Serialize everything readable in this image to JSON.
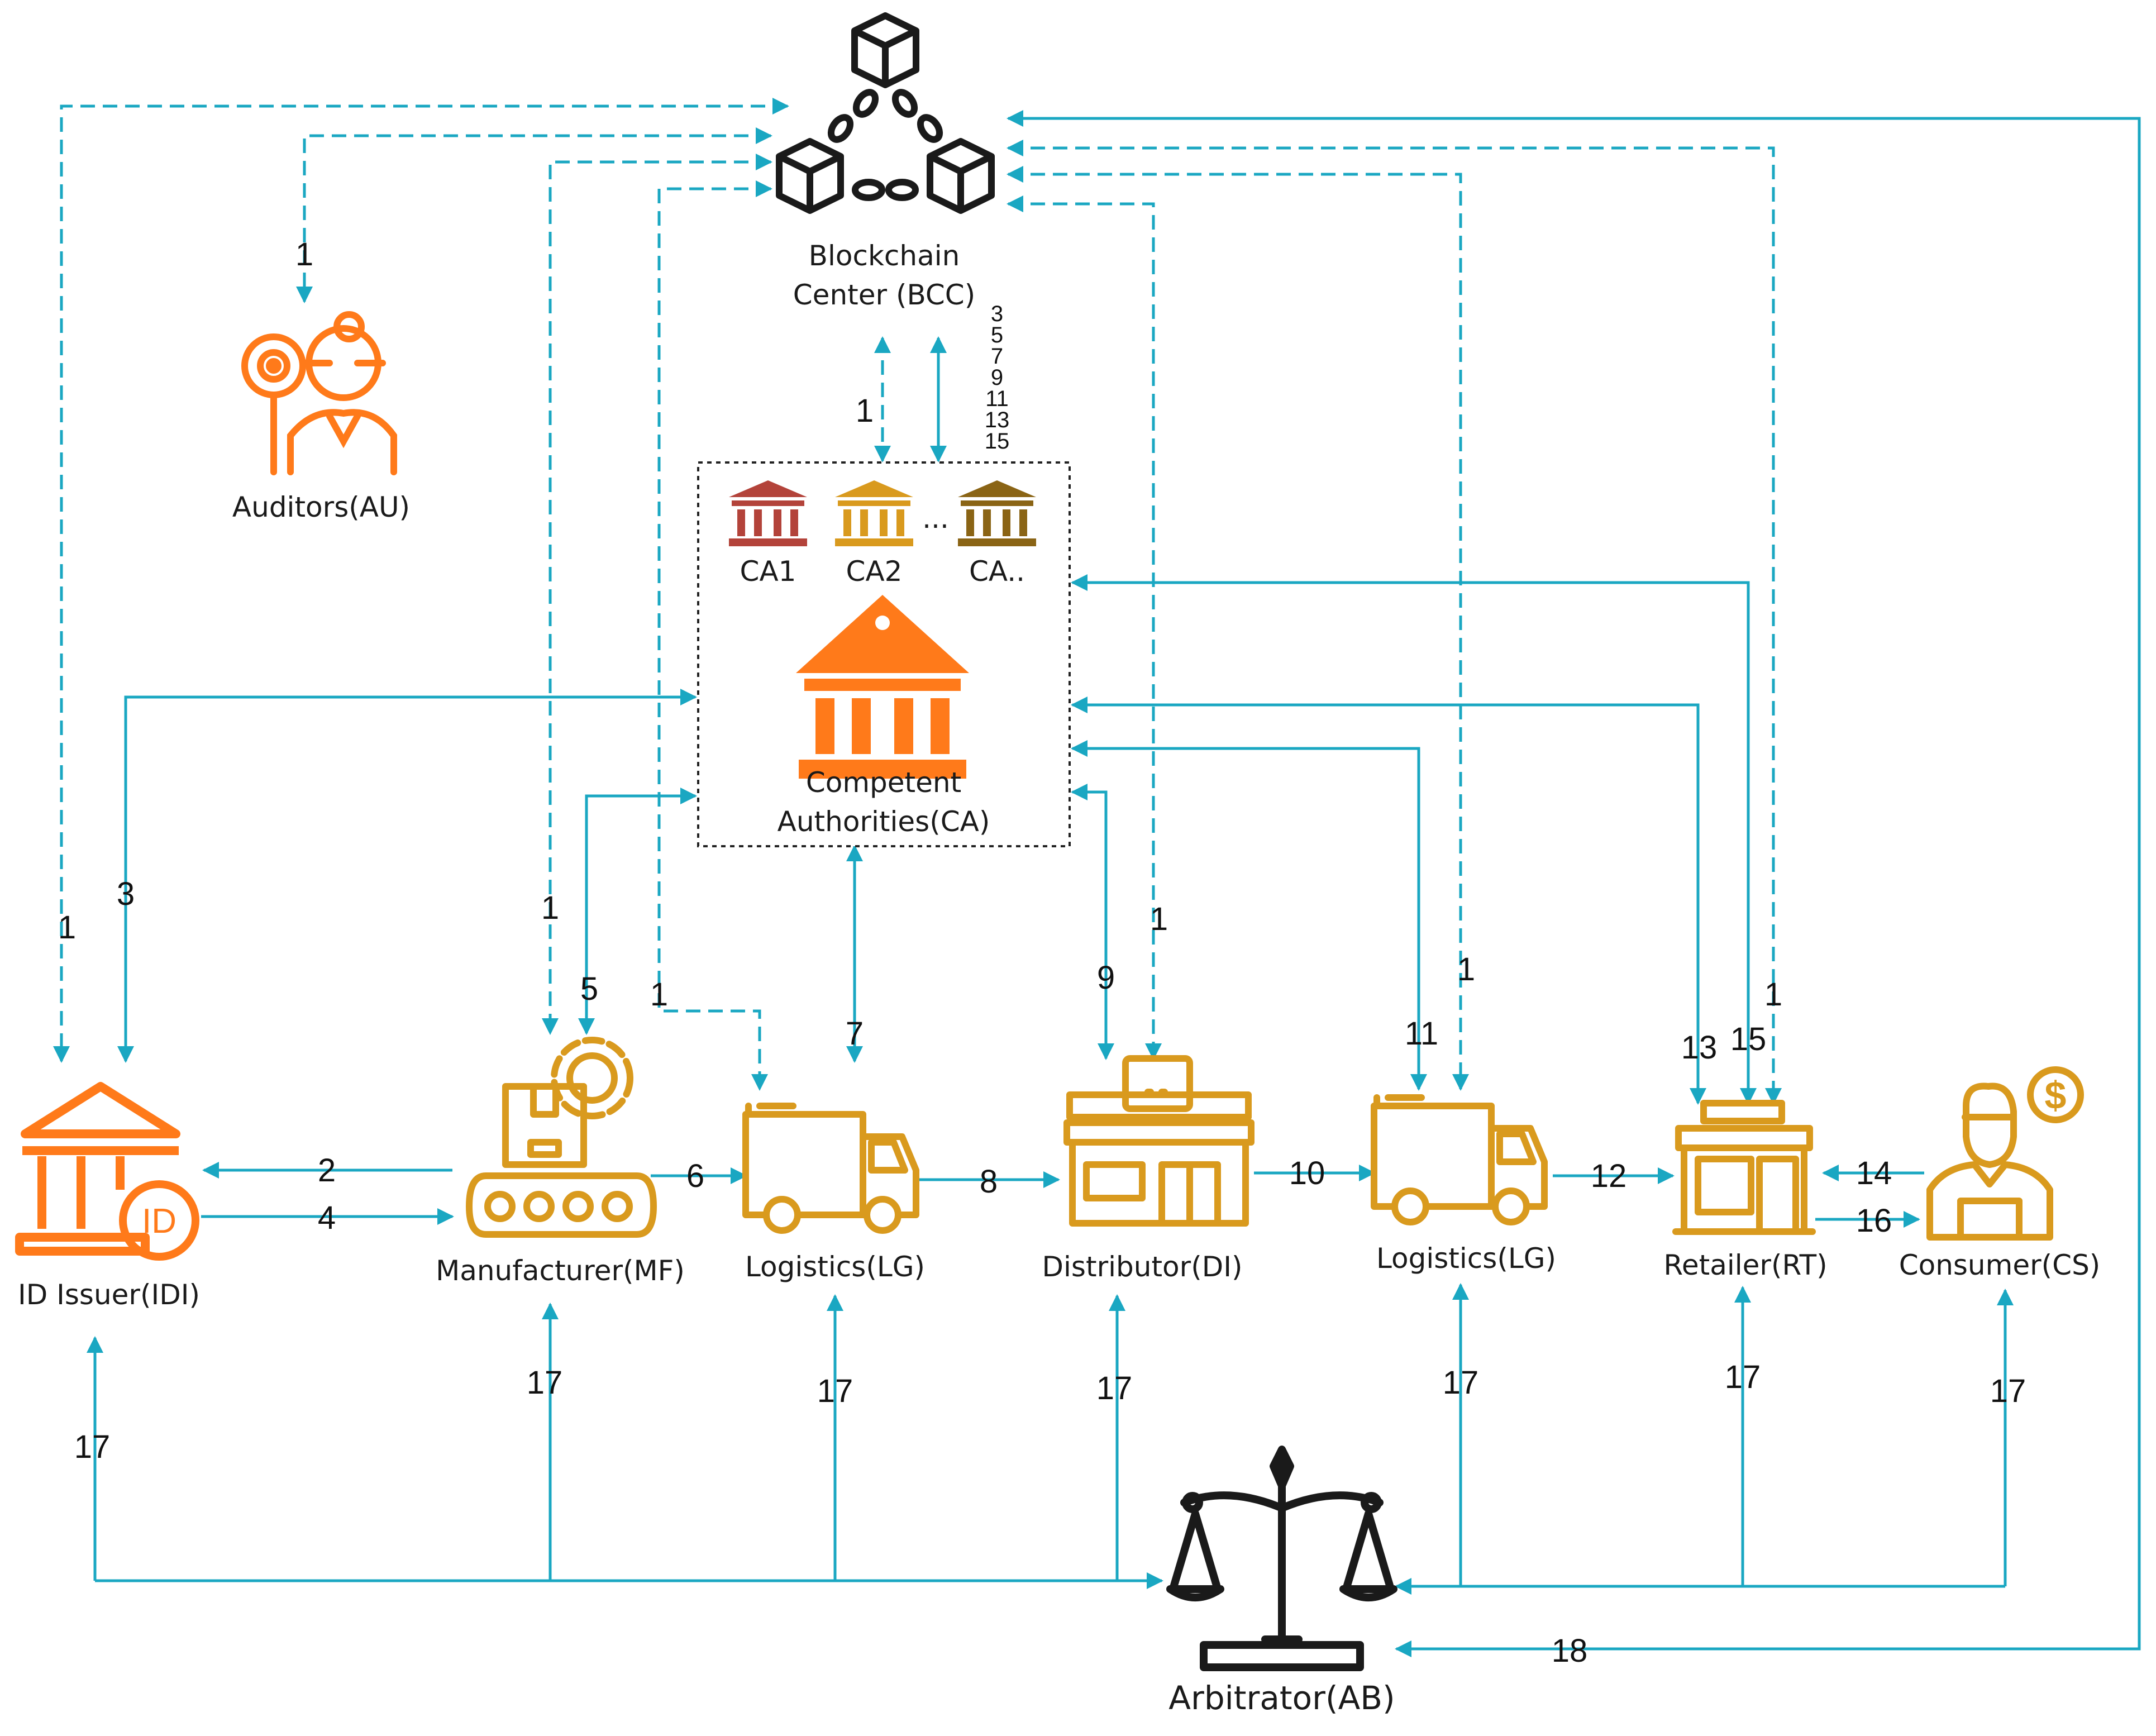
{
  "colors": {
    "flow": "#1aa7c2",
    "orange": "#ff7a1a",
    "gold": "#d99a1e",
    "dark": "#1a1a1a",
    "ca1": "#b3433a",
    "ca2": "#d99a1e",
    "ca3": "#8a6415"
  },
  "nodes": {
    "bcc": {
      "line1": "Blockchain",
      "line2": "Center (BCC)",
      "icon": "blockchain-icon"
    },
    "au": {
      "label": "Auditors(AU)",
      "icon": "auditor-icon"
    },
    "ca": {
      "ca1": "CA1",
      "ca2": "CA2",
      "ca3": "CA..",
      "dots": "...",
      "line1": "Competent",
      "line2": "Authorities(CA)",
      "icon": "bank-icon"
    },
    "idi": {
      "label": "ID Issuer(IDI)",
      "badge": "ID",
      "icon": "id-issuer-icon"
    },
    "mf": {
      "label": "Manufacturer(MF)",
      "icon": "factory-icon"
    },
    "lg1": {
      "label": "Logistics(LG)",
      "icon": "truck-icon"
    },
    "di": {
      "label": "Distributor(DI)",
      "icon": "store-icon"
    },
    "lg2": {
      "label": "Logistics(LG)",
      "icon": "truck-icon"
    },
    "rt": {
      "label": "Retailer(RT)",
      "icon": "shop-icon"
    },
    "cs": {
      "label": "Consumer(CS)",
      "icon": "consumer-icon"
    },
    "ab": {
      "label": "Arbitrator(AB)",
      "icon": "scales-icon"
    }
  },
  "steps": {
    "s1": "1",
    "s2": "2",
    "s3": "3",
    "s4": "4",
    "s5": "5",
    "s6": "6",
    "s7": "7",
    "s8": "8",
    "s9": "9",
    "s10": "10",
    "s11": "11",
    "s12": "12",
    "s13": "13",
    "s14": "14",
    "s15": "15",
    "s16": "16",
    "s17": "17",
    "s18": "18",
    "bcc_ca_stack": [
      "3",
      "5",
      "7",
      "9",
      "11",
      "13",
      "15"
    ]
  }
}
